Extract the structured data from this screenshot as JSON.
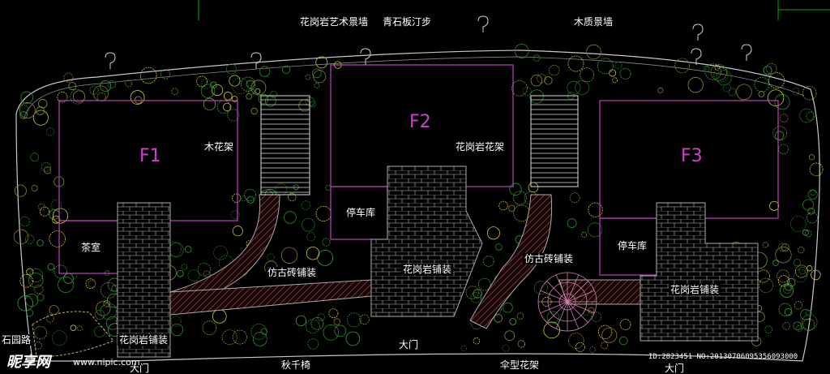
{
  "labels": {
    "granite_art_wall": "花岗岩艺术景墙",
    "bluestone_stepping": "青石板汀步",
    "wood_wall": "木质景墙",
    "wood_trellis": "木花架",
    "granite_trellis": "花岗岩花架",
    "garage_1": "停车库",
    "garage_2": "停车库",
    "tea_room": "茶室",
    "antique_brick_1": "仿古砖铺装",
    "antique_brick_2": "仿古砖铺装",
    "granite_paving_1": "花岗岩铺装",
    "granite_paving_2": "花岗岩铺装",
    "granite_paving_3": "花岗岩铺装",
    "stone_path": "石园路",
    "main_gate_1": "大门",
    "main_gate_2": "大门",
    "main_gate_3": "大门",
    "swing_chair": "秋千椅",
    "umbrella_trellis": "伞型花架"
  },
  "buildings": {
    "f1": "F1",
    "f2": "F2",
    "f3": "F3"
  },
  "watermark": {
    "brand": "昵享网",
    "site": "www.nipic.com",
    "id": "ID:2823451 NO:20130706095356093000"
  }
}
